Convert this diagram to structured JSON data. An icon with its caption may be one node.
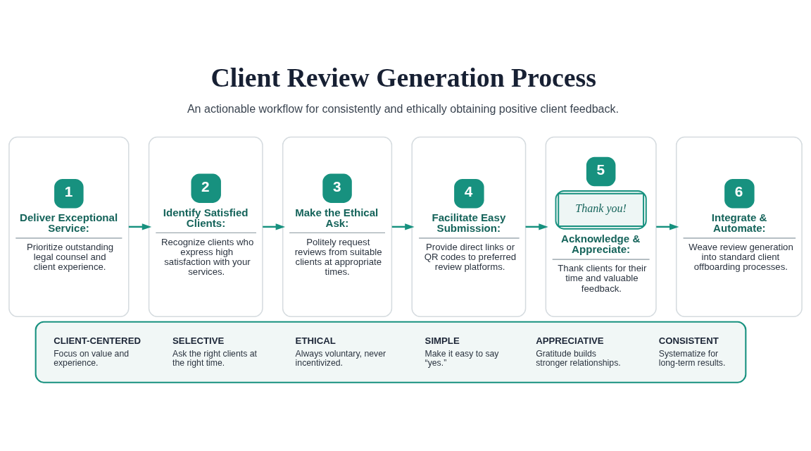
{
  "diagram": {
    "title": "Client Review Generation Process",
    "nodes": [
      {
        "text": [
          "1",
          "Deliver Exceptional Service:",
          "Prioritize outstanding legal counsel and client experience."
        ]
      },
      {
        "text": [
          "2",
          "Identify Satisfied Clients:",
          "Recognize clients who express high satisfaction with your services."
        ]
      },
      {
        "text": [
          "3",
          "Make the Ethical Ask:",
          "Politely request reviews from suitable clients at appropriate times."
        ]
      },
      {
        "text": [
          "4",
          "Facilitate Easy Submission:",
          "Provide direct links or QR codes to preferred review platforms."
        ]
      },
      {
        "text": [
          "5",
          "Thank you!",
          "Acknowledge & Appreciate:",
          "Thank clients for their time and valuable feedback."
        ]
      },
      {
        "text": [
          "6",
          "Integrate & Automate:",
          "Weave review generation into standard client offboarding processes."
        ]
      },
      {
        "text": [],
        "shape": "box"
      },
      {
        "text": [
          "CLIENT-CENTERED",
          "Focus on value and experience."
        ],
        "in": 6
      },
      {
        "text": [
          "SELECTIVE",
          "Ask the right clients at the right time."
        ],
        "in": 6
      },
      {
        "text": [
          "ETHICAL",
          "Always voluntary, never incentivized."
        ],
        "in": 6
      },
      {
        "text": [
          "SIMPLE",
          "Make it easy to say “yes.”"
        ],
        "in": 6
      },
      {
        "text": [
          "APPRECIATIVE",
          "Gratitude builds stronger relationships."
        ],
        "in": 6
      },
      {
        "text": [
          "CONSISTENT",
          "Systematize for long-term results."
        ],
        "in": 6
      }
    ],
    "edges": [
      {
        "from": 0,
        "to": 1,
        "arrow": "to"
      },
      {
        "from": 1,
        "to": 2,
        "arrow": "to"
      },
      {
        "from": 2,
        "to": 3,
        "arrow": "to"
      },
      {
        "from": 3,
        "to": 4,
        "arrow": "to"
      },
      {
        "from": 4,
        "to": 5,
        "arrow": "to"
      }
    ],
    "labels": [
      "An actionable workflow for consistently and ethically obtaining positive client feedback."
    ]
  }
}
